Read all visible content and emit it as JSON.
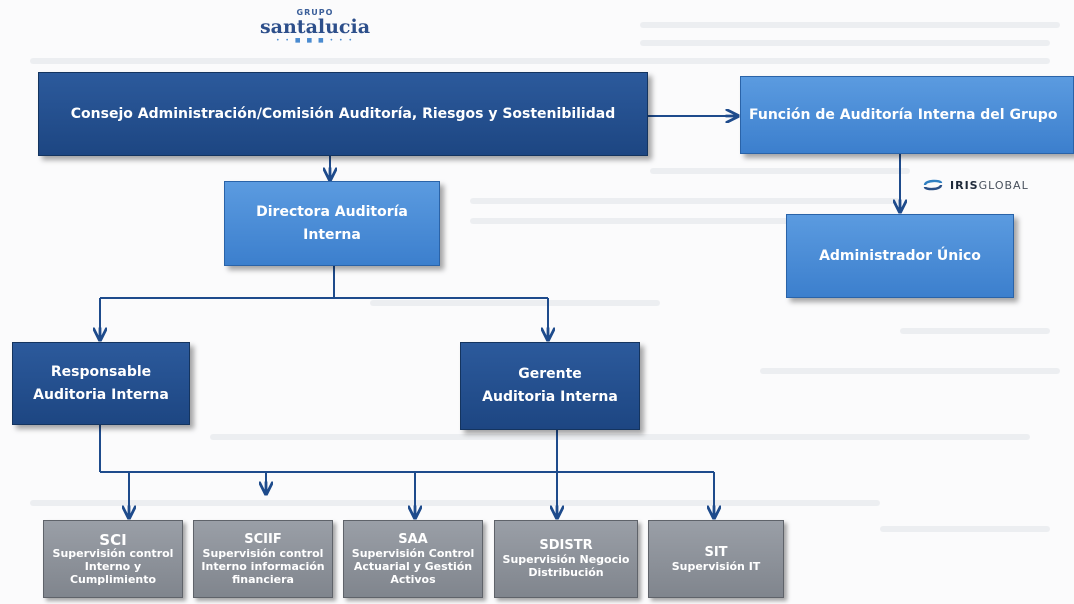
{
  "logo": {
    "group": "GRUPO",
    "name": "santalucia",
    "dots": "• • ■ ■ ■ • • •"
  },
  "iris": {
    "brand": "IRIS",
    "suffix": "GLOBAL"
  },
  "nodes": {
    "consejo": "Consejo Administración/Comisión Auditoría, Riesgos y Sostenibilidad",
    "funcion": "Función de Auditoría Interna del Grupo",
    "directora": [
      "Directora Auditoría",
      "Interna"
    ],
    "administrador": "Administrador Único",
    "responsable": [
      "Responsable",
      "Auditoria Interna"
    ],
    "gerente": [
      "Gerente",
      "Auditoria Interna"
    ]
  },
  "units": [
    {
      "code": "SCI",
      "desc": [
        "Supervisión control",
        "Interno y",
        "Cumplimiento"
      ]
    },
    {
      "code": "SCIIF",
      "desc": [
        "Supervisión control",
        "Interno información",
        "financiera"
      ]
    },
    {
      "code": "SAA",
      "desc": [
        "Supervisión Control",
        "Actuarial y Gestión",
        "Activos"
      ]
    },
    {
      "code": "SDISTR",
      "desc": [
        "Supervisión Negocio",
        "Distribución"
      ]
    },
    {
      "code": "SIT",
      "desc": [
        "Supervisión IT"
      ]
    }
  ]
}
